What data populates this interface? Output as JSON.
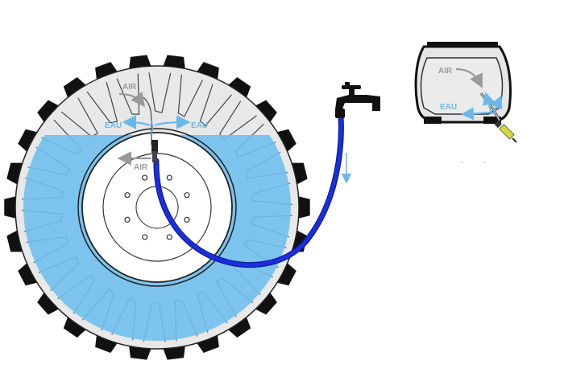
{
  "labels": {
    "air_top": "AIR",
    "eau_left": "EAU",
    "eau_right": "EAU",
    "air_valve": "AIR",
    "inset_air": "AIR",
    "inset_eau": "EAU"
  },
  "colors": {
    "water": "#7cc4ee",
    "tire_inner": "#e8e8e8",
    "tread": "#111111",
    "hose": "#1b2fe0",
    "arrow_water": "#6cb8ea",
    "arrow_air": "#9a9a9a",
    "valve_inset": "#d6d63a"
  },
  "icons": {
    "faucet": "faucet-icon",
    "tire": "tractor-tire",
    "valve": "valve-icon"
  }
}
